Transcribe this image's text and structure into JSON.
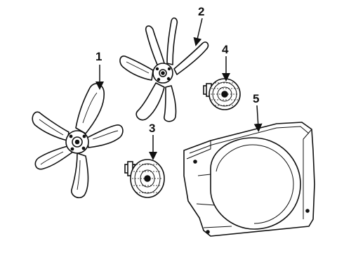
{
  "callouts": [
    {
      "id": "1",
      "label": "1"
    },
    {
      "id": "2",
      "label": "2"
    },
    {
      "id": "3",
      "label": "3"
    },
    {
      "id": "4",
      "label": "4"
    },
    {
      "id": "5",
      "label": "5"
    }
  ],
  "colors": {
    "ink": "#111111",
    "paper": "#ffffff",
    "shade": "#d9d9d9"
  }
}
